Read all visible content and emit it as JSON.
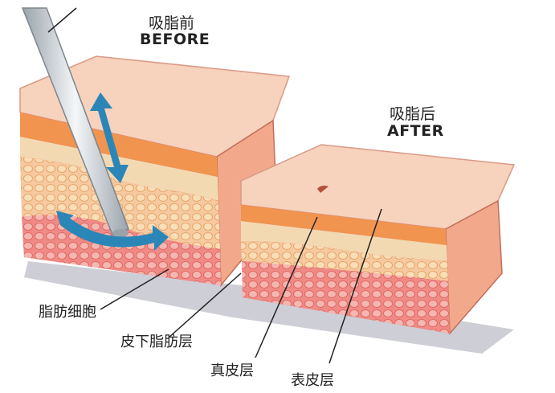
{
  "before": {
    "title_cn": "吸脂前",
    "title_en": "BEFORE"
  },
  "after": {
    "title_cn": "吸脂后",
    "title_en": "AFTER"
  },
  "labels": {
    "fat_cells": "脂肪细胞",
    "subcutaneous_fat": "皮下脂肪层",
    "dermis": "真皮层",
    "epidermis": "表皮层"
  },
  "colors": {
    "skin_top": "#f7d2bd",
    "dermis": "#f3d9b2",
    "fat_layer": "#f0944f",
    "fat_deep": "#f2b5b5",
    "muscle": "#e8584c",
    "arrow": "#2b86b8",
    "cannula": "#c8cdd3"
  }
}
